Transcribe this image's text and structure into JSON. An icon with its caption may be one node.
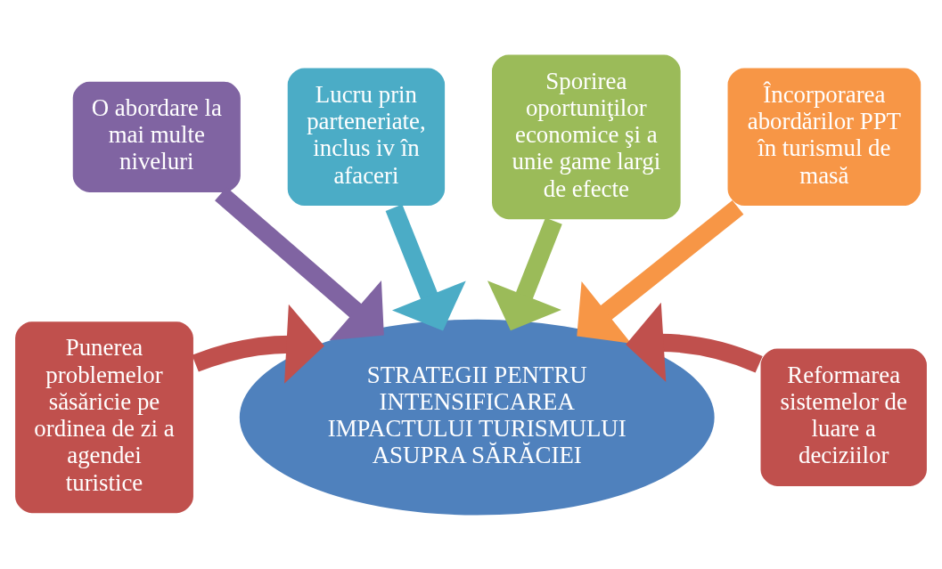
{
  "diagram": {
    "nodes": [
      {
        "text": [
          "O abordare la mai multe niveluri"
        ]
      },
      {
        "text": [
          "Lucru prin parteneriate, inclus iv în afaceri"
        ]
      },
      {
        "text": [
          "Sporirea oportuniţilor economice şi a unie game largi de efecte"
        ]
      },
      {
        "text": [
          "Încorporarea abordărilor PPT în turismul de masă"
        ]
      },
      {
        "text": [
          "Punerea problemelor săsăricie pe ordinea de zi a agendei turistice"
        ]
      },
      {
        "text": [
          "STRATEGII PENTRU INTENSIFICAREA IMPACTULUI TURISMULUI ASUPRA SĂRĂCIEI"
        ]
      },
      {
        "text": [
          "Reformarea sistemelor de luare a deciziilor"
        ]
      }
    ],
    "edges": [
      {
        "from": 4,
        "to": 5,
        "arrow": "to"
      },
      {
        "from": 2,
        "to": 5,
        "arrow": "to",
        "color": "#9bbb59"
      },
      {
        "from": 0,
        "to": 5,
        "arrow": "to",
        "color": "#8064a2"
      },
      {
        "from": 1,
        "to": 5,
        "arrow": "to",
        "color": "#4bacc6"
      },
      {
        "from": 3,
        "to": 5,
        "arrow": "to",
        "color": "#f79646"
      },
      {
        "from": 6,
        "to": 5,
        "arrow": "to"
      }
    ]
  }
}
